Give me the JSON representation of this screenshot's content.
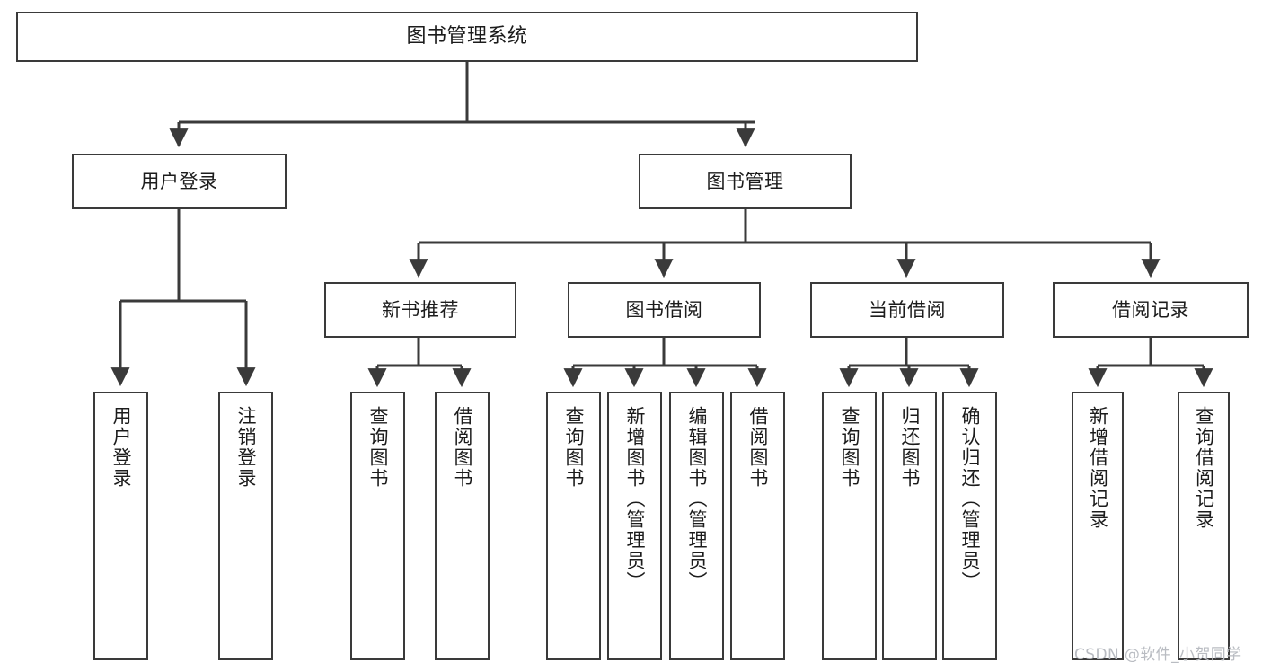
{
  "diagram": {
    "title": "图书管理系统",
    "type": "hierarchy-tree",
    "colors": {
      "background": "#ffffff",
      "box_border": "#3a3a3a",
      "box_fill": "#ffffff",
      "connector": "#3a3a3a",
      "text": "#1c1c1c",
      "watermark": "#b9bcc2"
    },
    "root": {
      "label": "图书管理系统"
    },
    "level2": [
      {
        "label": "用户登录"
      },
      {
        "label": "图书管理"
      }
    ],
    "level3": [
      {
        "label": "新书推荐"
      },
      {
        "label": "图书借阅"
      },
      {
        "label": "当前借阅"
      },
      {
        "label": "借阅记录"
      }
    ],
    "leaves": {
      "user_login": [
        {
          "label": "用户登录"
        },
        {
          "label": "注销登录"
        }
      ],
      "new_book_recommend": [
        {
          "label": "查询图书"
        },
        {
          "label": "借阅图书"
        }
      ],
      "book_borrow": [
        {
          "label": "查询图书"
        },
        {
          "label": "新增图书（管理员）"
        },
        {
          "label": "编辑图书（管理员）"
        },
        {
          "label": "借阅图书"
        }
      ],
      "current_borrow": [
        {
          "label": "查询图书"
        },
        {
          "label": "归还图书"
        },
        {
          "label": "确认归还（管理员）"
        }
      ],
      "borrow_record": [
        {
          "label": "新增借阅记录"
        },
        {
          "label": "查询借阅记录"
        }
      ]
    },
    "watermark": "CSDN @软件_小贺同学"
  }
}
